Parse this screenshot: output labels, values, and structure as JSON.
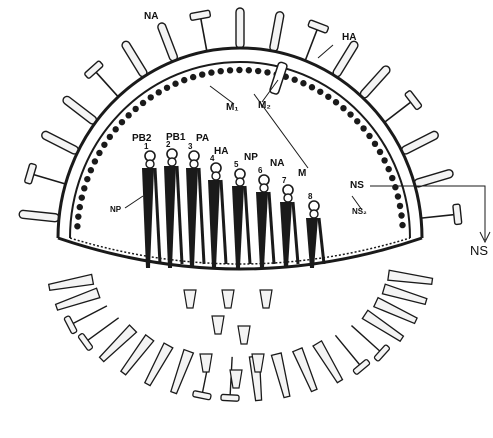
{
  "labels": {
    "na_top": "NA",
    "ha_top": "HA",
    "m1": "M₁",
    "m2": "M₂",
    "pb2": "PB2",
    "pb1": "PB1",
    "pa": "PA",
    "ha_seg": "HA",
    "np_seg": "NP",
    "na_seg": "NA",
    "m_seg": "M",
    "ns_seg": "NS",
    "np_left": "NP",
    "ns2": "NS₂",
    "ns_out": "NS"
  },
  "segment_numbers": [
    "1",
    "2",
    "3",
    "4",
    "5",
    "6",
    "7",
    "8"
  ],
  "colors": {
    "ink": "#1a1a1a",
    "paper": "#ffffff",
    "spike_fill": "#f4f4f4"
  }
}
